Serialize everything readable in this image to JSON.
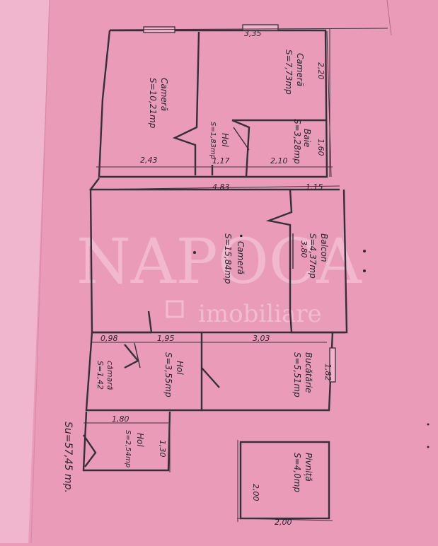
{
  "watermark": {
    "name": "NAPOCA",
    "subtitle": "imobiliare"
  },
  "colors": {
    "paper": "#e99bb8",
    "ink": "#2f2a36",
    "edge": "#f3c2d6"
  },
  "rooms": {
    "camera_left": {
      "name": "Cameră",
      "area": "S=10,21mp"
    },
    "camera_right": {
      "name": "Cameră",
      "area": "S=7,73mp"
    },
    "baie": {
      "name": "Baie",
      "area": "S=3,28mp"
    },
    "hol_top": {
      "name": "Hol",
      "area": "S=1,83mp"
    },
    "camera_mare": {
      "name": "• Cameră",
      "area": "S=15,84mp"
    },
    "balcon": {
      "name": "Balcon",
      "area": "S=4,37mp"
    },
    "hol_mid": {
      "name": "Hol",
      "area": "S=3,55mp"
    },
    "camara": {
      "name": "cămară",
      "area": "S=1,42"
    },
    "bucatarie": {
      "name": "Bucătărie",
      "area": "S=5,51mp"
    },
    "hol_bottom": {
      "name": "Hol",
      "area": "S=2,54mp"
    },
    "pivnita": {
      "name": "Pivniță",
      "area": "S=4,0mp"
    }
  },
  "dimensions": {
    "d335": "3,35",
    "d220": "2,20",
    "d160": "1,60",
    "d243": "2,43",
    "d117": "1,17",
    "d210": "2,10",
    "d483": "4,83",
    "d115": "1,15",
    "d380": "3,80",
    "d098": "0,98",
    "d195": "1,95",
    "d303": "3,03",
    "d182": "1,82",
    "d180": "1,80",
    "d130": "1,30",
    "d200a": "2,00",
    "d200b": "2,00"
  },
  "total_area": "Su=57,45 mp."
}
